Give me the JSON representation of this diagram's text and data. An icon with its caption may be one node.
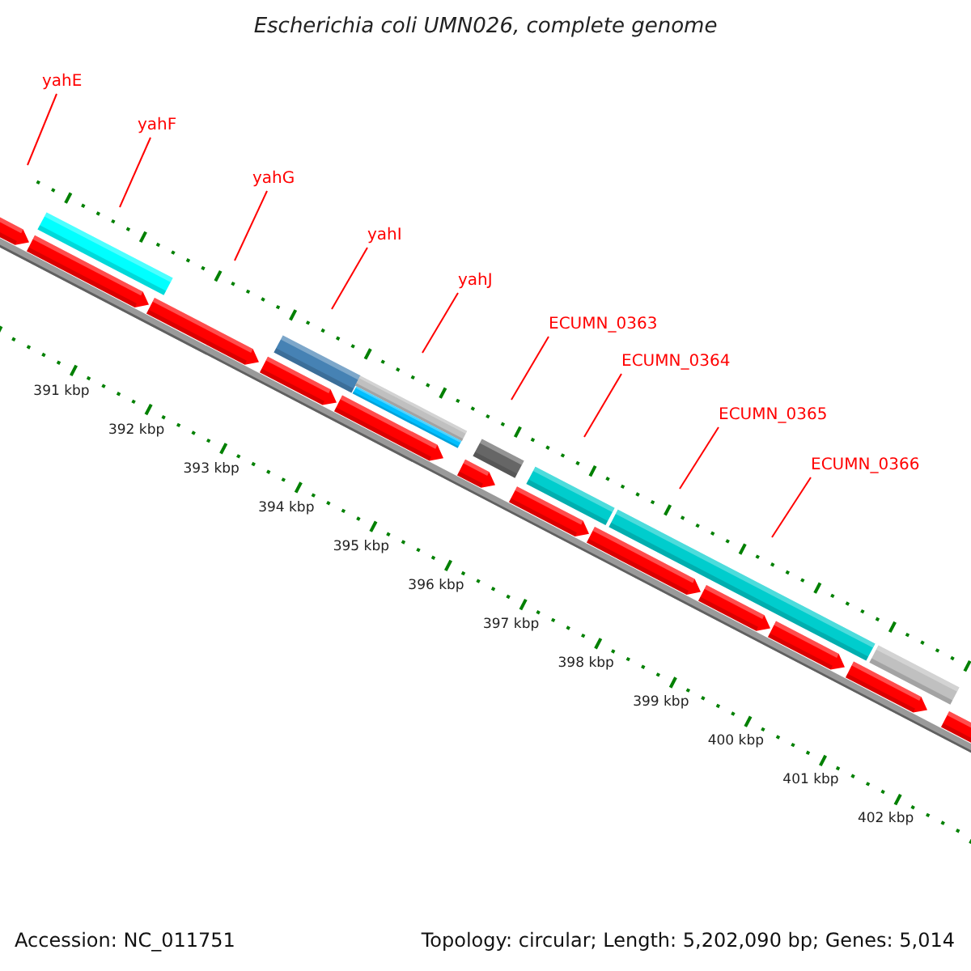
{
  "diagram": {
    "title": "Escherichia coli UMN026, complete genome",
    "nodes": [
      {
        "text": [
          "yahE"
        ]
      },
      {
        "text": [
          "yahF"
        ]
      },
      {
        "text": [
          "yahG"
        ]
      },
      {
        "text": [
          "yahI"
        ]
      },
      {
        "text": [
          "yahJ"
        ]
      },
      {
        "text": [
          "ECUMN_0363"
        ]
      },
      {
        "text": [
          "ECUMN_0364"
        ]
      },
      {
        "text": [
          "ECUMN_0365"
        ]
      },
      {
        "text": [
          "ECUMN_0366"
        ]
      }
    ],
    "edges": [
      {
        "from": 0,
        "to": null,
        "arrow": "none"
      },
      {
        "from": 1,
        "to": null,
        "arrow": "none"
      },
      {
        "from": 2,
        "to": null,
        "arrow": "none"
      },
      {
        "from": 3,
        "to": null,
        "arrow": "none"
      },
      {
        "from": 4,
        "to": null,
        "arrow": "none"
      },
      {
        "from": 5,
        "to": null,
        "arrow": "none"
      },
      {
        "from": 6,
        "to": null,
        "arrow": "none"
      },
      {
        "from": 7,
        "to": null,
        "arrow": "none"
      },
      {
        "from": 8,
        "to": null,
        "arrow": "none"
      }
    ],
    "labels": [
      "391 kbp",
      "392 kbp",
      "393 kbp",
      "394 kbp",
      "395 kbp",
      "396 kbp",
      "397 kbp",
      "398 kbp",
      "399 kbp",
      "400 kbp",
      "401 kbp",
      "402 kbp",
      "Accession: NC_011751",
      "Topology: circular; Length: 5,202,090 bp; Genes: 5,014"
    ]
  }
}
